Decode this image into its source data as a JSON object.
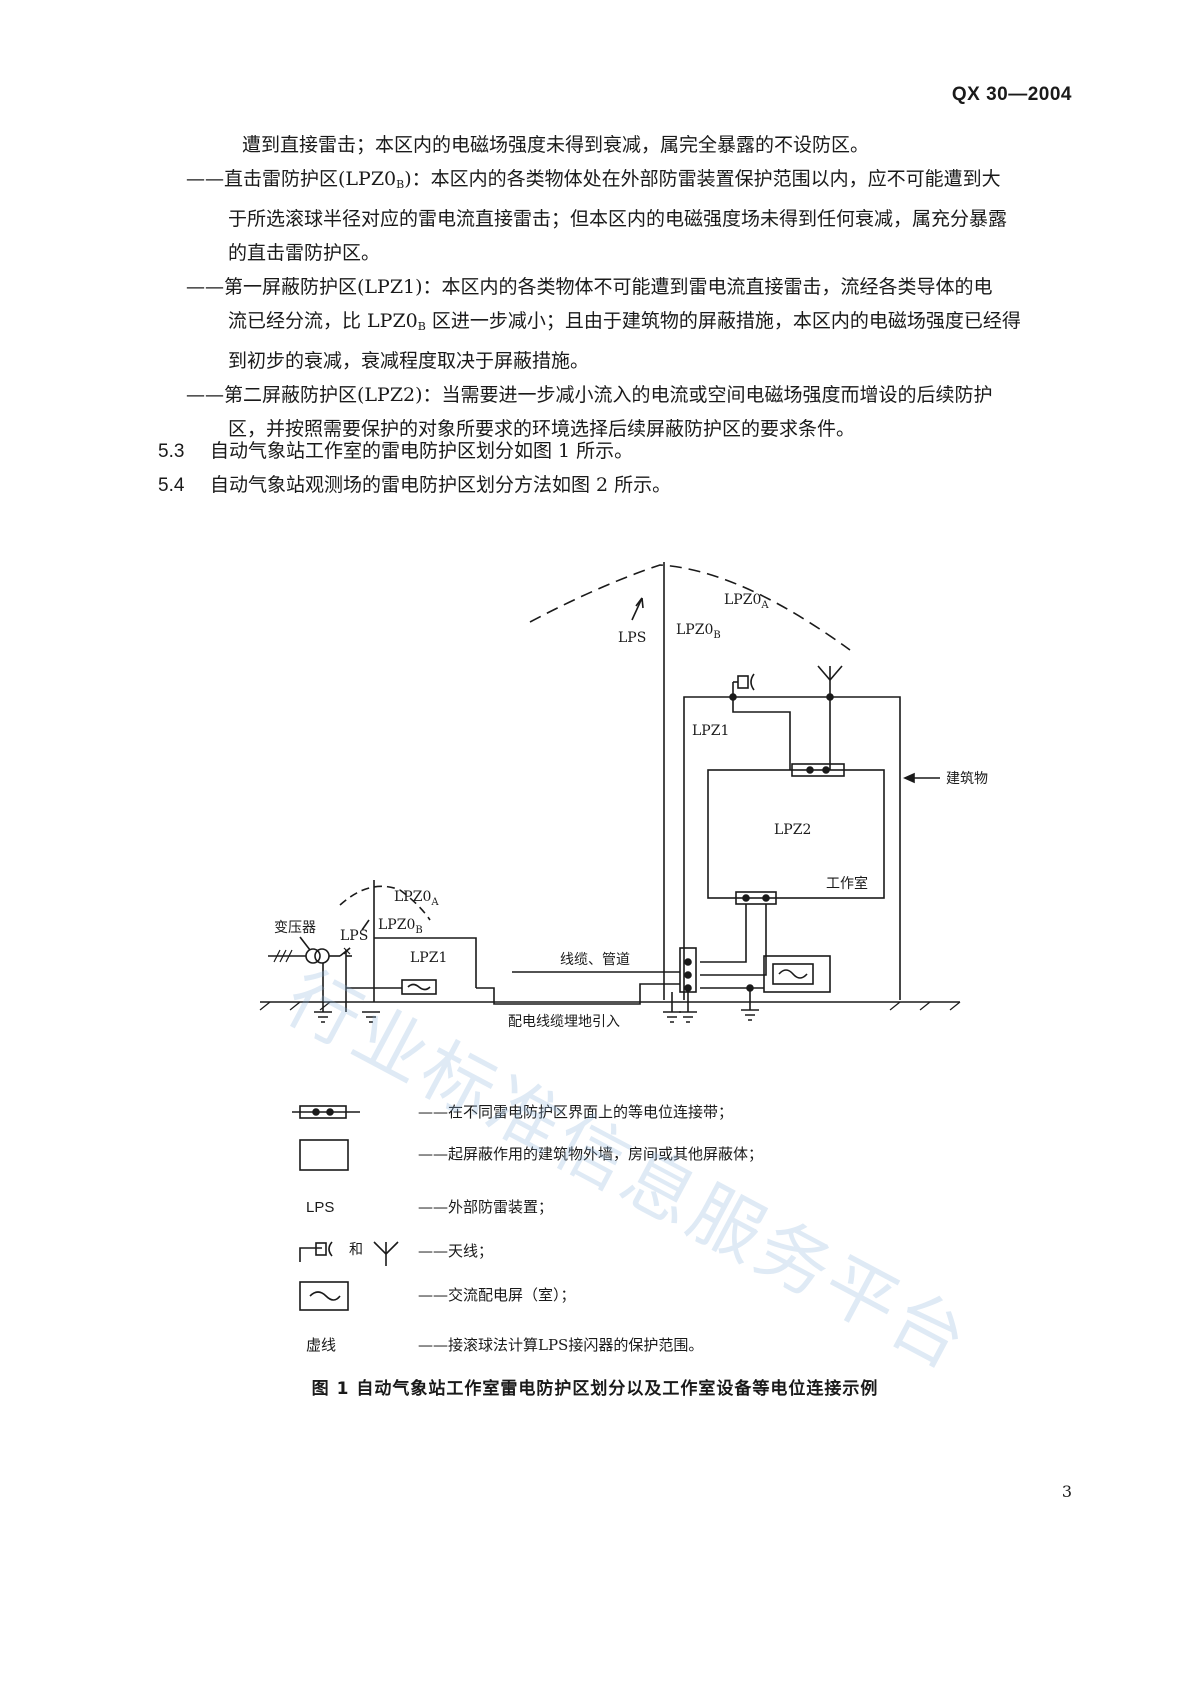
{
  "header": {
    "code": "QX 30—2004"
  },
  "lines": [
    "遭到直接雷击；本区内的电磁场强度未得到衰减，属完全暴露的不设防区。",
    "——直击雷防护区(LPZ0",
    "于所选滚球半径对应的雷电流直接雷击；但本区内的电磁强度场未得到任何衰减，属充分暴露",
    "的直击雷防护区。",
    "——第一屏蔽防护区(LPZ1)：本区内的各类物体不可能遭到雷电流直接雷击，流经各类导体的电",
    "流已经分流，比 LPZ0",
    "到初步的衰减，衰减程度取决于屏蔽措施。",
    "——第二屏蔽防护区(LPZ2)：当需要进一步减小流入的电流或空间电磁场强度而增设的后续防护",
    "区，并按照需要保护的对象所要求的环境选择后续屏蔽防护区的要求条件。"
  ],
  "line2": {
    "sub": "B",
    "rest": ")：本区内的各类物体处在外部防雷装置保护范围以内，应不可能遭到大"
  },
  "line6": {
    "sub": "B",
    "rest": " 区进一步减小；且由于建筑物的屏蔽措施，本区内的电磁场强度已经得"
  },
  "sections": [
    {
      "num": "5.3",
      "text": "自动气象站工作室的雷电防护区划分如图 1 所示。"
    },
    {
      "num": "5.4",
      "text": "自动气象站观测场的雷电防护区划分方法如图 2 所示。"
    }
  ],
  "diagram": {
    "lps": "LPS",
    "lpz0a": "LPZ0",
    "lpz0b": "LPZ0",
    "sub_a": "A",
    "sub_b": "B",
    "lpz1": "LPZ1",
    "lpz2": "LPZ2",
    "building": "建筑物",
    "workroom": "工作室",
    "transformer": "变压器",
    "lps2": "LPS",
    "lpz0a2": "LPZ0",
    "lpz0b2": "LPZ0",
    "lpz1b": "LPZ1",
    "cable_pipe": "线缆、管道",
    "buried": "配电线缆埋地引入"
  },
  "legend": [
    {
      "symbol": "equipotential-bar",
      "text": "——在不同雷电防护区界面上的等电位连接带；"
    },
    {
      "symbol": "shield-box",
      "text": "——起屏蔽作用的建筑物外墙，房间或其他屏蔽体；"
    },
    {
      "symbol": "LPS",
      "text": "——外部防雷装置；"
    },
    {
      "symbol": "antenna",
      "text": "——天线；",
      "and": "和"
    },
    {
      "symbol": "ac-panel",
      "text": "——交流配电屏（室）；"
    },
    {
      "symbol": "虚线",
      "text": "——接滚球法计算LPS接闪器的保护范围。"
    }
  ],
  "caption": "图 1  自动气象站工作室雷电防护区划分以及工作室设备等电位连接示例",
  "page_number": "3",
  "watermark": "行业标准信息服务平台"
}
